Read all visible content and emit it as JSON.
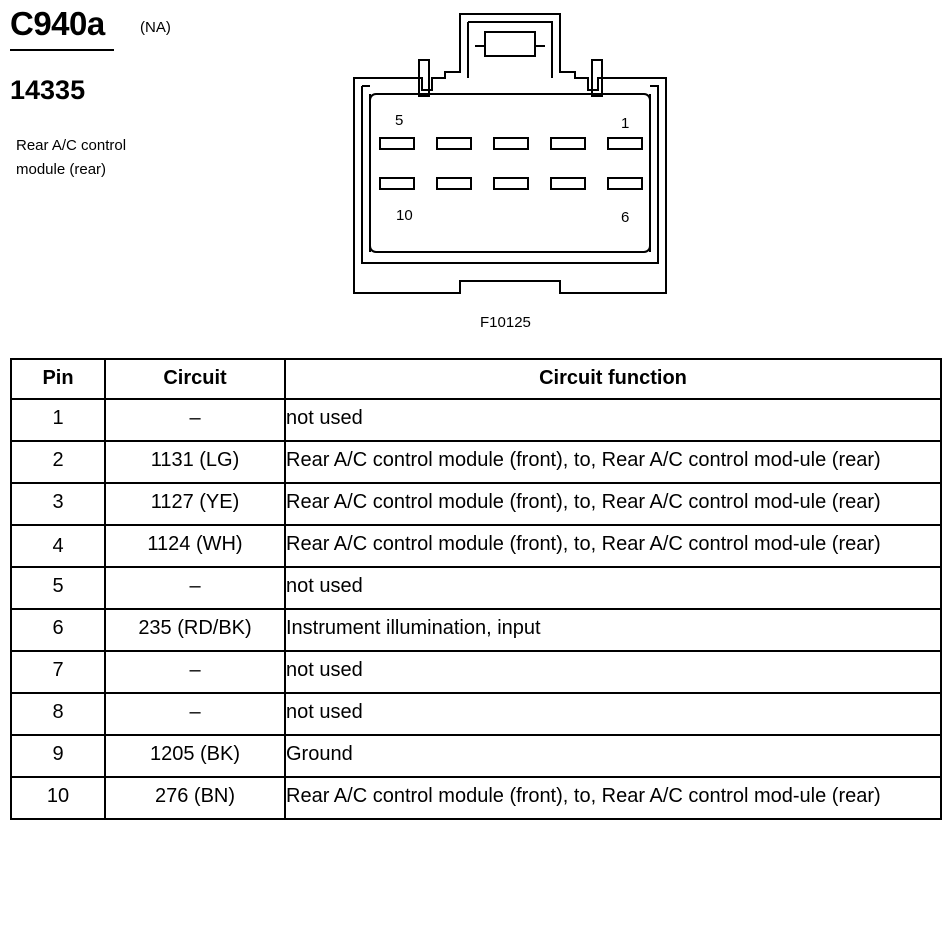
{
  "header": {
    "connector_id": "C940a",
    "region": "(NA)",
    "part_number": "14335",
    "description": "Rear A/C control module (rear)"
  },
  "diagram": {
    "pin_labels": {
      "top_left": "5",
      "top_right": "1",
      "bottom_left": "10",
      "bottom_right": "6"
    },
    "figure_code": "F10125"
  },
  "table": {
    "headers": {
      "pin": "Pin",
      "circuit": "Circuit",
      "function": "Circuit function"
    },
    "rows": [
      {
        "pin": "1",
        "circuit": "–",
        "function": "not used"
      },
      {
        "pin": "2",
        "circuit": "1131 (LG)",
        "function": "Rear A/C control module (front), to, Rear A/C control mod-ule (rear)"
      },
      {
        "pin": "3",
        "circuit": "1127 (YE)",
        "function": "Rear A/C control module (front), to, Rear A/C control mod-ule (rear)"
      },
      {
        "pin": "4",
        "circuit": "1124 (WH)",
        "function": "Rear A/C control module (front), to, Rear A/C control mod-ule (rear)"
      },
      {
        "pin": "5",
        "circuit": "–",
        "function": "not used"
      },
      {
        "pin": "6",
        "circuit": "235 (RD/BK)",
        "function": "Instrument illumination, input"
      },
      {
        "pin": "7",
        "circuit": "–",
        "function": "not used"
      },
      {
        "pin": "8",
        "circuit": "–",
        "function": "not used"
      },
      {
        "pin": "9",
        "circuit": "1205 (BK)",
        "function": "Ground"
      },
      {
        "pin": "10",
        "circuit": "276 (BN)",
        "function": "Rear A/C control module (front), to, Rear A/C control mod-ule (rear)"
      }
    ]
  }
}
